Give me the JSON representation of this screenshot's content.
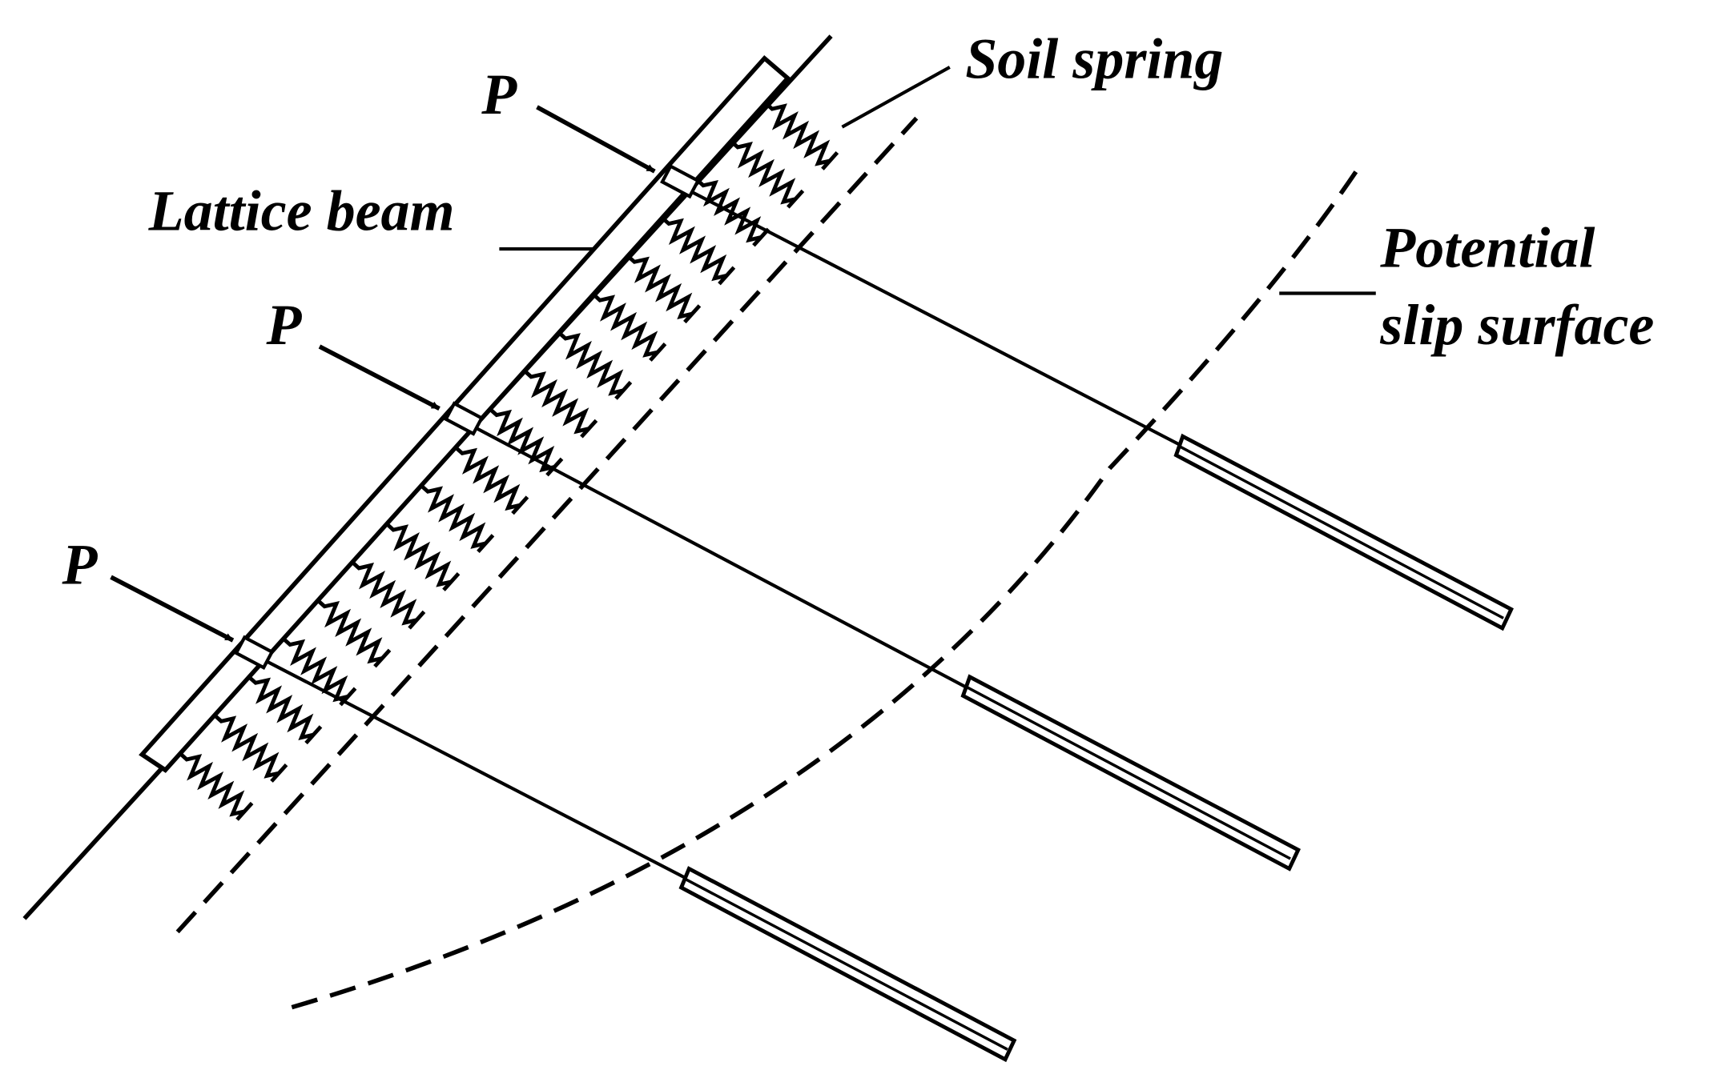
{
  "labels": {
    "soil_spring": "Soil spring",
    "lattice_beam": "Lattice beam",
    "potential_slip_surface_line1": "Potential",
    "potential_slip_surface_line2": "slip surface",
    "load_top": "P",
    "load_middle": "P",
    "load_bottom": "P"
  },
  "colors": {
    "stroke": "#000000",
    "background": "#ffffff"
  }
}
